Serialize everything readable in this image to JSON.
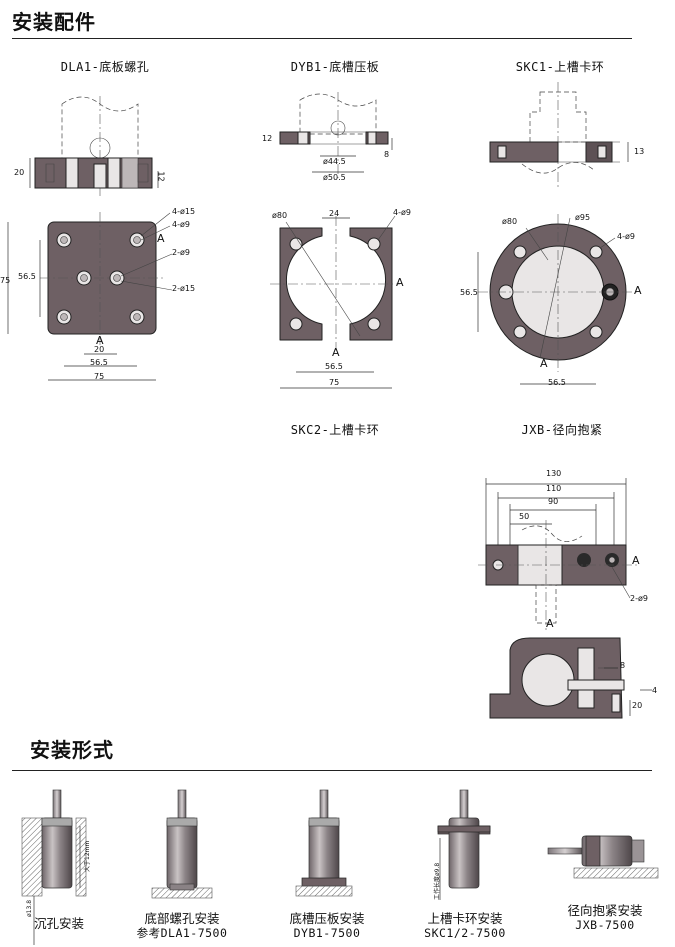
{
  "sections": {
    "accessories_title": "安装配件",
    "install_title": "安装形式"
  },
  "parts": {
    "dla1": {
      "title": "DLA1-底板螺孔",
      "dims": {
        "d20": "20",
        "d12": "12",
        "d75v": "75",
        "d565v": "56.5",
        "d20h": "20",
        "d565h": "56.5",
        "d75h": "75"
      },
      "callouts": {
        "c1": "4-ø15",
        "c2": "4-ø9",
        "c3": "2-ø9",
        "c4": "2-ø15",
        "a": "A",
        "a2": "A"
      }
    },
    "dyb1": {
      "title": "DYB1-底槽压板",
      "dims": {
        "d12": "12",
        "d8": "8",
        "d445": "ø44.5",
        "d505": "ø50.5",
        "d24": "24",
        "d565": "56.5",
        "d75": "75"
      },
      "callouts": {
        "c1": "ø80",
        "c2": "4-ø9",
        "a": "A",
        "a2": "A"
      }
    },
    "skc1": {
      "title": "SKC1-上槽卡环",
      "dims": {
        "d13": "13",
        "d565v": "56.5",
        "d565h": "56.5"
      },
      "callouts": {
        "c1": "ø80",
        "c2": "ø95",
        "c3": "4-ø9",
        "a": "A",
        "a2": "A"
      }
    },
    "skc2": {
      "title": "SKC2-上槽卡环"
    },
    "jxb": {
      "title": "JXB-径向抱紧",
      "dims": {
        "d130": "130",
        "d110": "110",
        "d90": "90",
        "d50": "50",
        "d8": "8",
        "d20": "20",
        "d4": "4"
      },
      "callouts": {
        "c1": "2-ø9",
        "a": "A",
        "a2": "A"
      }
    }
  },
  "install": [
    {
      "line1": "沉孔安装",
      "line2": "",
      "dim_a": "ø13.8",
      "dim_b": "大于12mm"
    },
    {
      "line1": "底部螺孔安装",
      "line2": "参考DLA1-7500"
    },
    {
      "line1": "底槽压板安装",
      "line2": "DYB1-7500"
    },
    {
      "line1": "上槽卡环安装",
      "line2": "SKC1/2-7500",
      "dim_a": "工作长度ø9.8"
    },
    {
      "line1": "径向抱紧安装",
      "line2": "JXB-7500"
    }
  ]
}
